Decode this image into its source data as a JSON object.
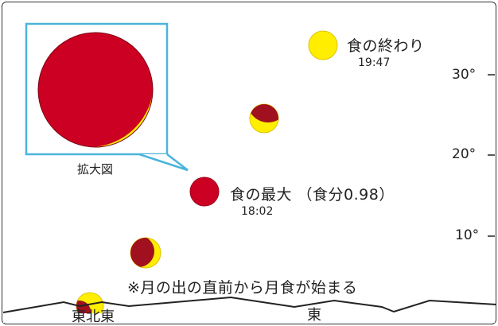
{
  "colors": {
    "umbra": "#cc0022",
    "dark_umbra": "#a0101e",
    "moon": "#ffee00",
    "moon_edge": "#ddc400",
    "zoom_frame": "#4bb4dc",
    "ink": "#222222"
  },
  "zoom": {
    "caption": "拡大図"
  },
  "events": {
    "end": {
      "label": "食の終わり",
      "time": "19:47"
    },
    "max": {
      "label": "食の最大 （食分0.98）",
      "time": "18:02"
    }
  },
  "altitude_scale": [
    "30°",
    "20°",
    "10°"
  ],
  "note": "※月の出の直前から月食が始まる",
  "horizon": {
    "directions": [
      "東北東",
      "東"
    ]
  },
  "icons": {
    "moon_end": "full-moon-icon",
    "moon_partial_upper": "partial-eclipse-moon-icon",
    "moon_max": "eclipsed-moon-icon",
    "moon_partial_lower": "partial-eclipse-moon-icon",
    "moon_rise": "moonrise-icon"
  }
}
